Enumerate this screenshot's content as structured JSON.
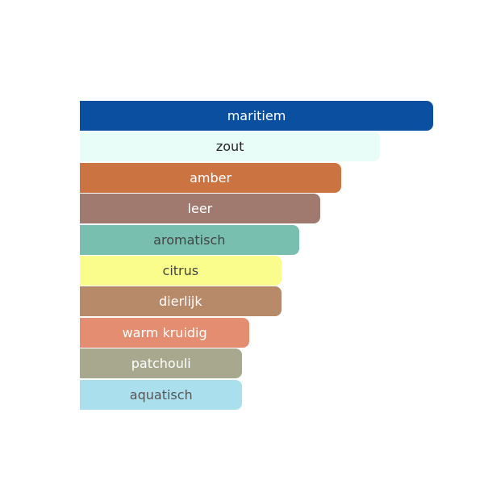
{
  "chart_data": {
    "type": "bar",
    "orientation": "horizontal",
    "categories": [
      "maritiem",
      "zout",
      "amber",
      "leer",
      "aromatisch",
      "citrus",
      "dierlijk",
      "warm kruidig",
      "patchouli",
      "aquatisch"
    ],
    "values": [
      100,
      85,
      74,
      68,
      62,
      57,
      57,
      48,
      46,
      46
    ],
    "colors": [
      "#0b50a0",
      "#e8fdf8",
      "#cc7441",
      "#a07a6e",
      "#78bfb0",
      "#fafc8c",
      "#b78a6a",
      "#e48d70",
      "#a8a88e",
      "#aae0ee"
    ],
    "label_colors": [
      "#ffffff",
      "#222222",
      "#ffffff",
      "#ffffff",
      "#444444",
      "#444444",
      "#ffffff",
      "#ffffff",
      "#ffffff",
      "#555555"
    ],
    "xlim": [
      0,
      100
    ],
    "title": "",
    "xlabel": "",
    "ylabel": ""
  }
}
